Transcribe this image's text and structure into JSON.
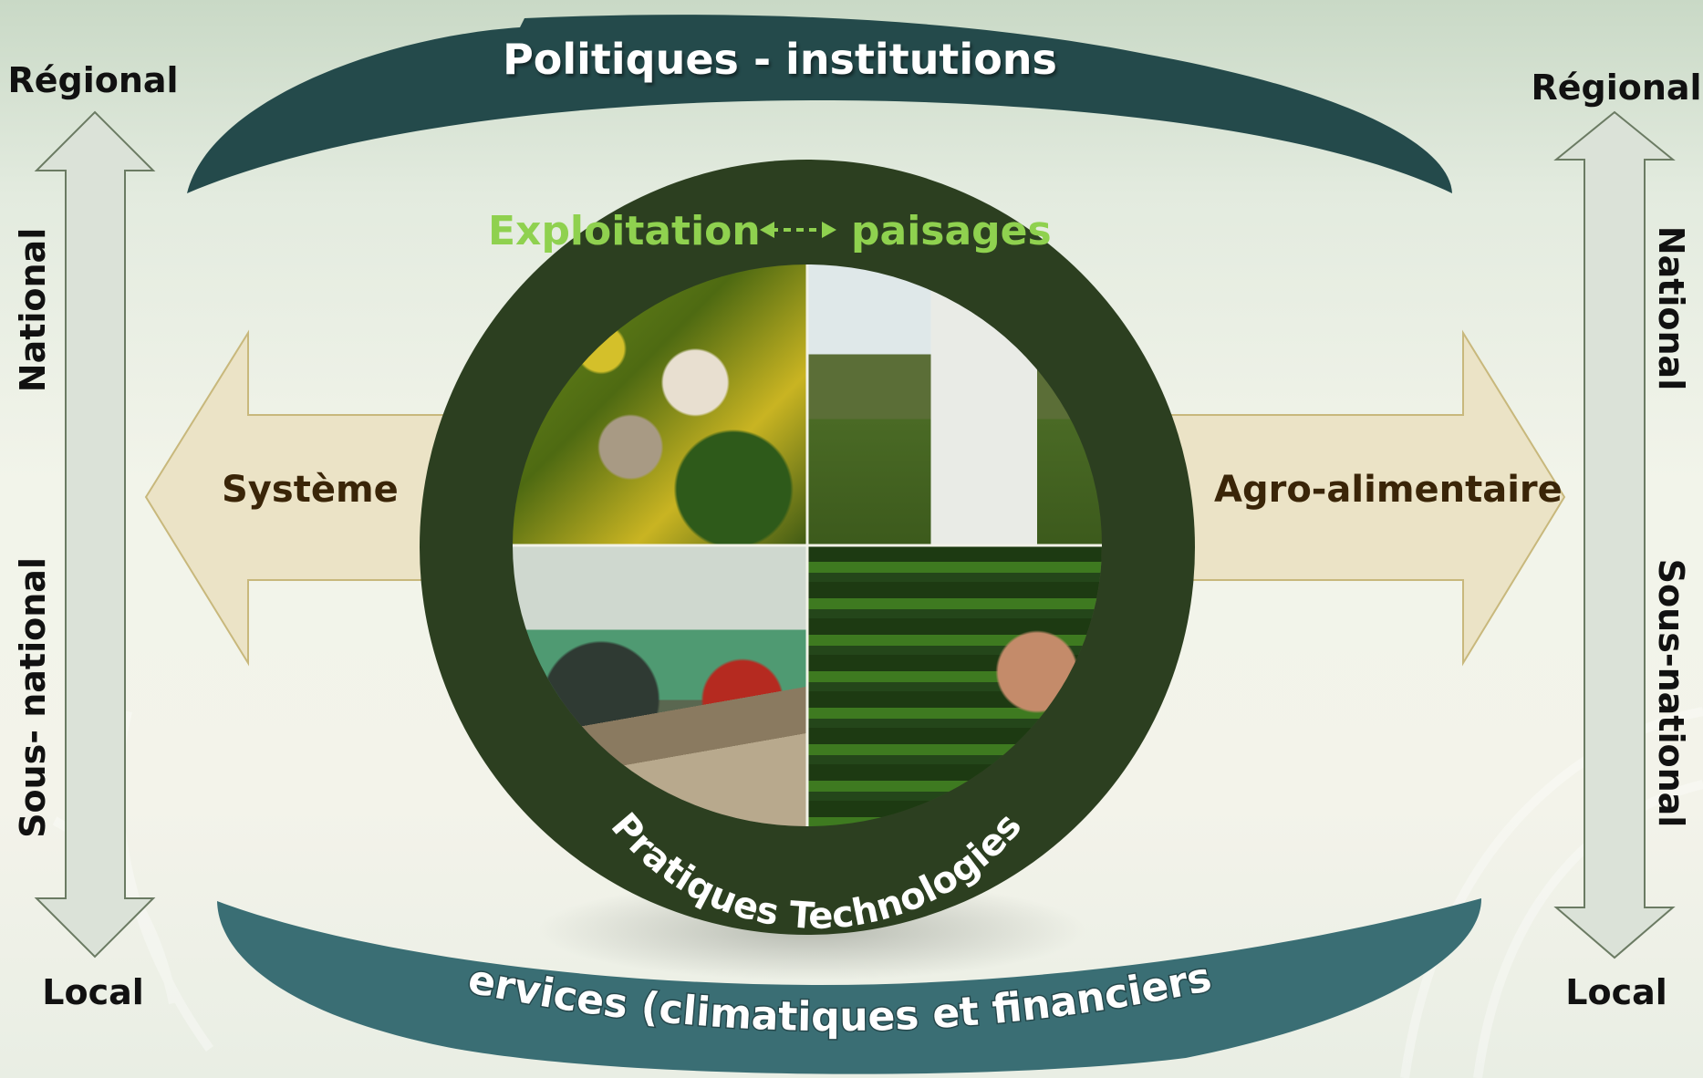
{
  "top_band": {
    "title": "Politiques - institutions"
  },
  "bottom_band": {
    "title": "Services (climatiques et financiers)"
  },
  "center": {
    "top_left": "Exploitation",
    "top_right": "paisages",
    "arc_text": "Pratiques Technologies"
  },
  "left_arrow": {
    "label": "Système"
  },
  "right_arrow": {
    "label": "Agro-alimentaire"
  },
  "left_scale": {
    "top": "Régional",
    "upper": "National",
    "lower": "Sous- national",
    "bottom": "Local"
  },
  "right_scale": {
    "top": "Régional",
    "upper": "National",
    "lower": "Sous-national",
    "bottom": "Local"
  },
  "photos": [
    {
      "name": "field-work-photo"
    },
    {
      "name": "presenter-photo"
    },
    {
      "name": "greenhouse-group-photo"
    },
    {
      "name": "nursery-seedlings-photo"
    }
  ],
  "colors": {
    "top_band": "#244a4b",
    "bottom_band": "#3a6e74",
    "ring": "#2c3f20",
    "arrow_fill": "#ebe3c6",
    "arrow_stroke": "#c8b87c",
    "scale_arrow": "#dbe2d8",
    "accent_green": "#8fd14f"
  }
}
